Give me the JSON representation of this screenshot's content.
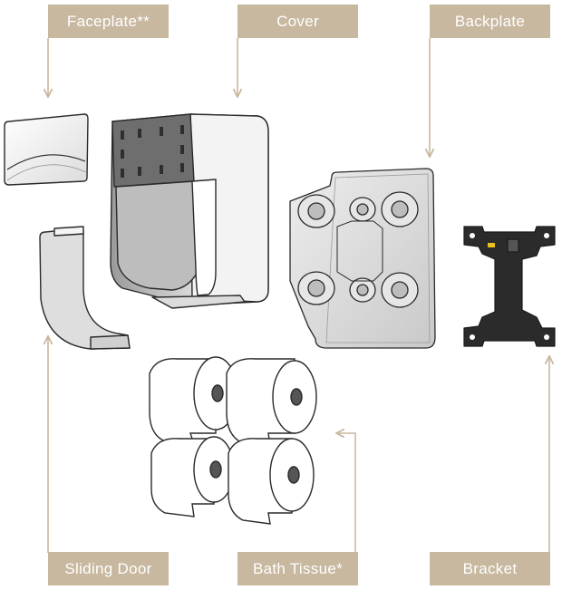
{
  "labels": {
    "faceplate": "Faceplate**",
    "cover": "Cover",
    "backplate": "Backplate",
    "sliding_door": "Sliding Door",
    "bath_tissue": "Bath Tissue*",
    "bracket": "Bracket"
  },
  "colors": {
    "label_bg": "#c8b89f",
    "label_text": "#ffffff",
    "arrow": "#c8b89f",
    "outline": "#2a2a2a",
    "part_light": "#f2f2f2",
    "part_shade": "#d4d4d4",
    "bracket_fill": "#2b2b2b",
    "bracket_accent": "#e8c020"
  }
}
